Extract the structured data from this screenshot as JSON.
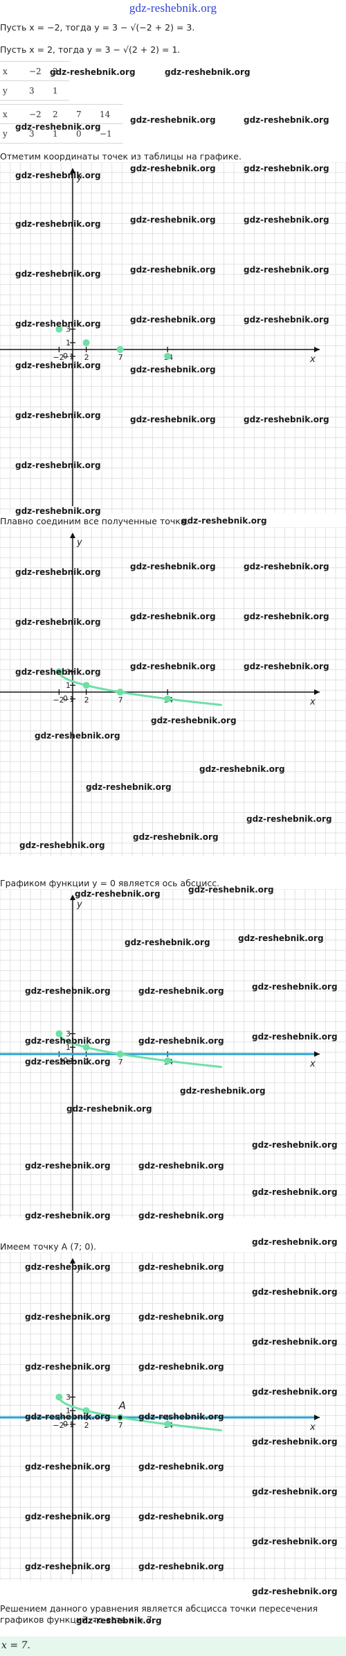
{
  "site_title": "gdz-reshebnik.org",
  "lines": {
    "l1": "Пусть x = −2, тогда y = 3 − √(−2 + 2) = 3.",
    "l2": "Пусть x = 2, тогда y = 3 − √(2 + 2) = 1.",
    "l3": "Отметим координаты точек из таблицы на графике.",
    "l4": "Плавно соединим все полученные точки.",
    "l5": "Графиком функции y = 0 является ось абсцисс.",
    "l6": "Имеем точку A (7; 0).",
    "l7": "Решением данного уравнения является абсцисса точки пересечения",
    "l8": "графиков функций, то есть x = 7.",
    "answer": "x = 7."
  },
  "table1": {
    "rows": [
      [
        "x",
        "−2",
        "2"
      ],
      [
        "y",
        "3",
        "1"
      ]
    ]
  },
  "table2": {
    "rows": [
      [
        "x",
        "−2",
        "2",
        "7",
        "14"
      ],
      [
        "y",
        "3",
        "1",
        "0",
        "−1"
      ]
    ]
  },
  "watermark": "gdz-reshebnik.org",
  "graph_labels": {
    "x_axis": "x",
    "y_axis": "y",
    "origin": "0",
    "x_ticks": [
      "−2",
      "2",
      "7",
      "14"
    ],
    "y_ticks": [
      "3",
      "1",
      "−1"
    ],
    "point_A": "A"
  },
  "points": [
    {
      "x": -2,
      "y": 3
    },
    {
      "x": 2,
      "y": 1
    },
    {
      "x": 7,
      "y": 0
    },
    {
      "x": 14,
      "y": -1
    }
  ],
  "colors": {
    "curve": "#6ee0a6",
    "axis_line_y0": "#29a3d6",
    "grid": "#e2e2e2",
    "title": "#2c3fd6",
    "answer_bg": "#e6f7ee"
  }
}
